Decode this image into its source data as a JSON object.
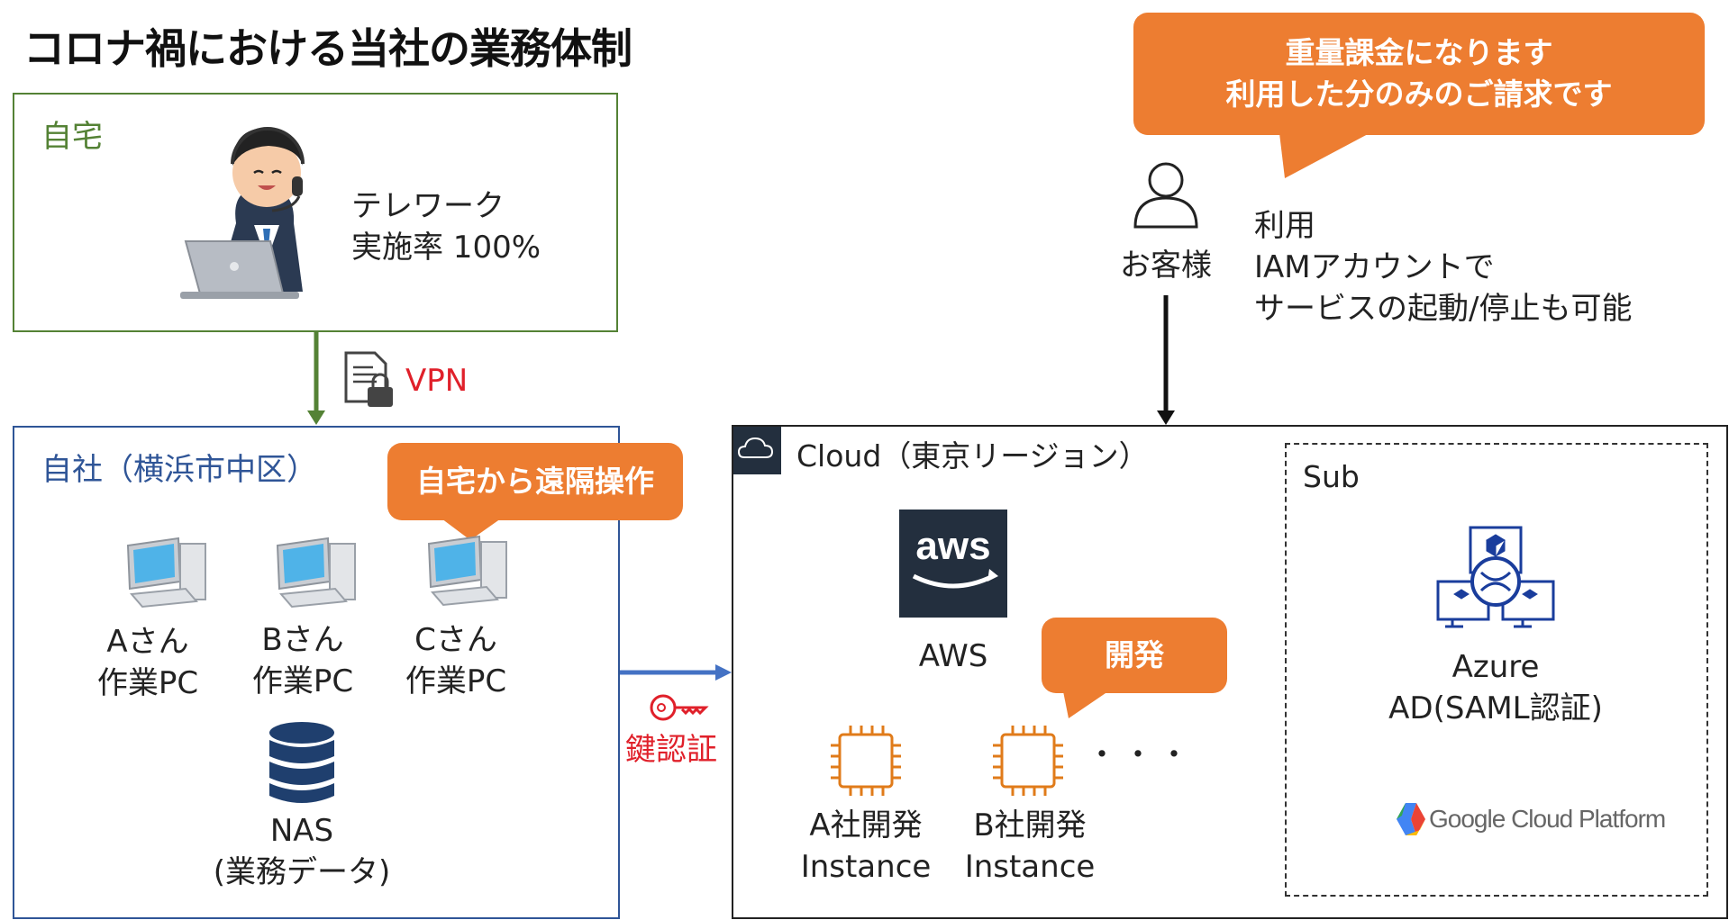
{
  "title": "コロナ禍における当社の業務体制",
  "home": {
    "label": "自宅",
    "telework_line1": "テレワーク",
    "telework_line2": "実施率 100%"
  },
  "vpn_label": "VPN",
  "office": {
    "label": "自社（横浜市中区）",
    "remote_callout": "自宅から遠隔操作",
    "pcs": [
      {
        "line1": "Aさん",
        "line2": "作業PC"
      },
      {
        "line1": "Bさん",
        "line2": "作業PC"
      },
      {
        "line1": "Cさん",
        "line2": "作業PC"
      }
    ],
    "nas_line1": "NAS",
    "nas_line2": "(業務データ)"
  },
  "key_auth_label": "鍵認証",
  "customer": {
    "label": "お客様",
    "usage_line1": "利用",
    "usage_line2": "IAMアカウントで",
    "usage_line3": "サービスの起動/停止も可能"
  },
  "billing_callout": {
    "line1": "重量課金になります",
    "line2": "利用した分のみのご請求です"
  },
  "cloud": {
    "label": "Cloud（東京リージョン）",
    "aws_logo_text": "aws",
    "aws_label": "AWS",
    "dev_callout": "開発",
    "instances": [
      {
        "line1": "A社開発",
        "line2": "Instance"
      },
      {
        "line1": "B社開発",
        "line2": "Instance"
      }
    ],
    "ellipsis": "・・・"
  },
  "sub": {
    "label": "Sub",
    "azure_line1": "Azure",
    "azure_line2": "AD(SAML認証)",
    "gcp_text": "Google Cloud Platform"
  },
  "colors": {
    "home_border": "#548235",
    "office_border": "#2f5597",
    "callout_orange": "#ed7d31",
    "vpn_red": "#e0202a",
    "aws_dark": "#232f3e",
    "azure_blue": "#1a3d9c"
  }
}
